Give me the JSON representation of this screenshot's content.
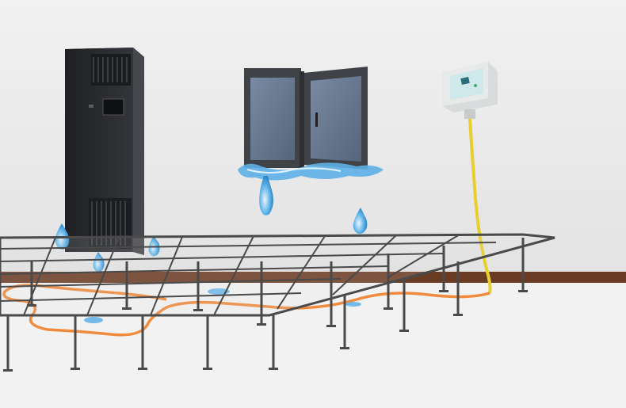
{
  "scene": {
    "subject": "water-leak-detection-illustration",
    "objects": [
      "precision-air-conditioner",
      "open-window",
      "leak-detection-controller",
      "raised-access-floor",
      "leak-sensing-cable",
      "water-drops",
      "water-puddles"
    ]
  },
  "colors": {
    "wall": "#e9e9e9",
    "floor": "#f2f2f2",
    "baseboard": "#6b3c24",
    "cabinet": "#2a2b2e",
    "window_frame": "#3f4247",
    "glass": "#5f6f86",
    "controller_panel": "#cfe8ec",
    "sensor_cable": "#f08a3c",
    "yellow_conduit": "#e8cf2c",
    "water": "#4aa3df",
    "floor_frame": "#4a4a4a"
  }
}
